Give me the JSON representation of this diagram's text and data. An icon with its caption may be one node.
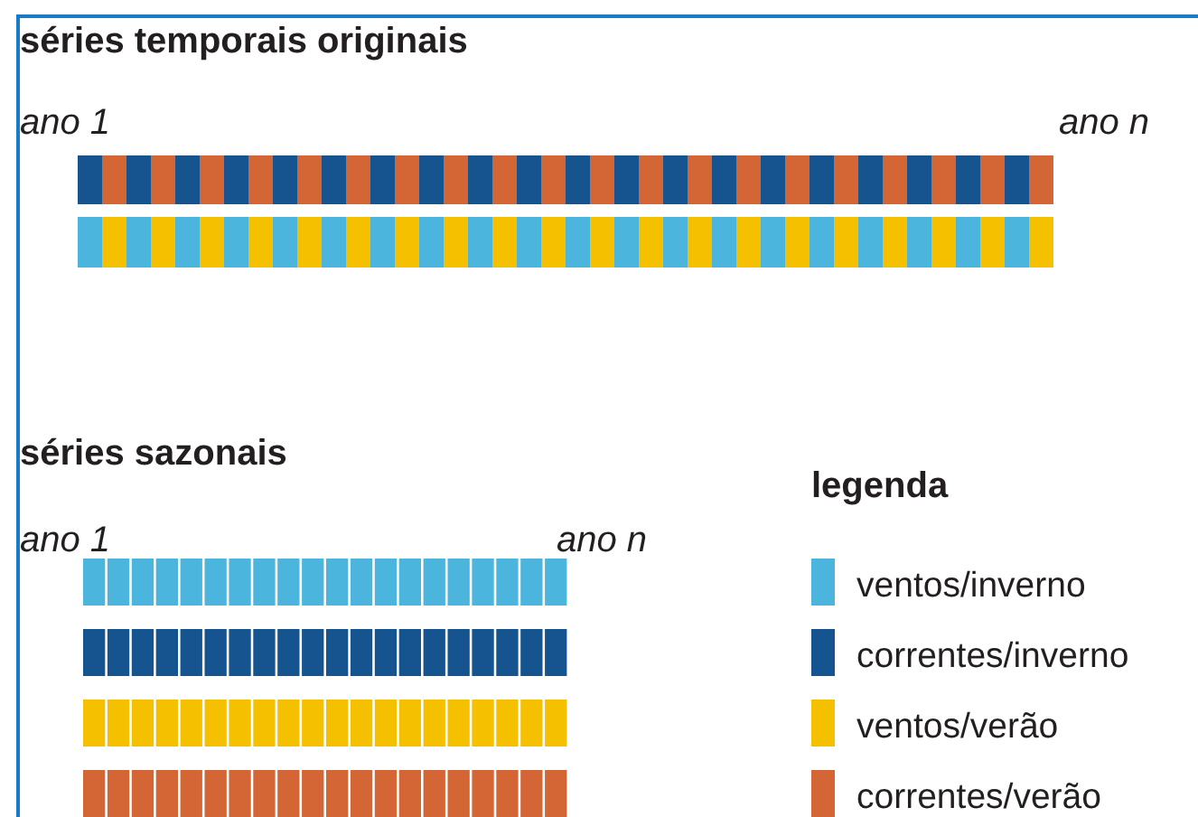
{
  "diagram": {
    "labels": [
      "séries temporais originais",
      "ano 1",
      "ano n",
      "séries sazonais",
      "legenda",
      "ano 1",
      "ano n"
    ],
    "legend": [
      {
        "text": "ventos/inverno",
        "color": "#4bb5dd"
      },
      {
        "text": "correntes/inverno",
        "color": "#15548f"
      },
      {
        "text": "ventos/verão",
        "color": "#f4c000"
      },
      {
        "text": "correntes/verão",
        "color": "#d46535"
      }
    ]
  }
}
